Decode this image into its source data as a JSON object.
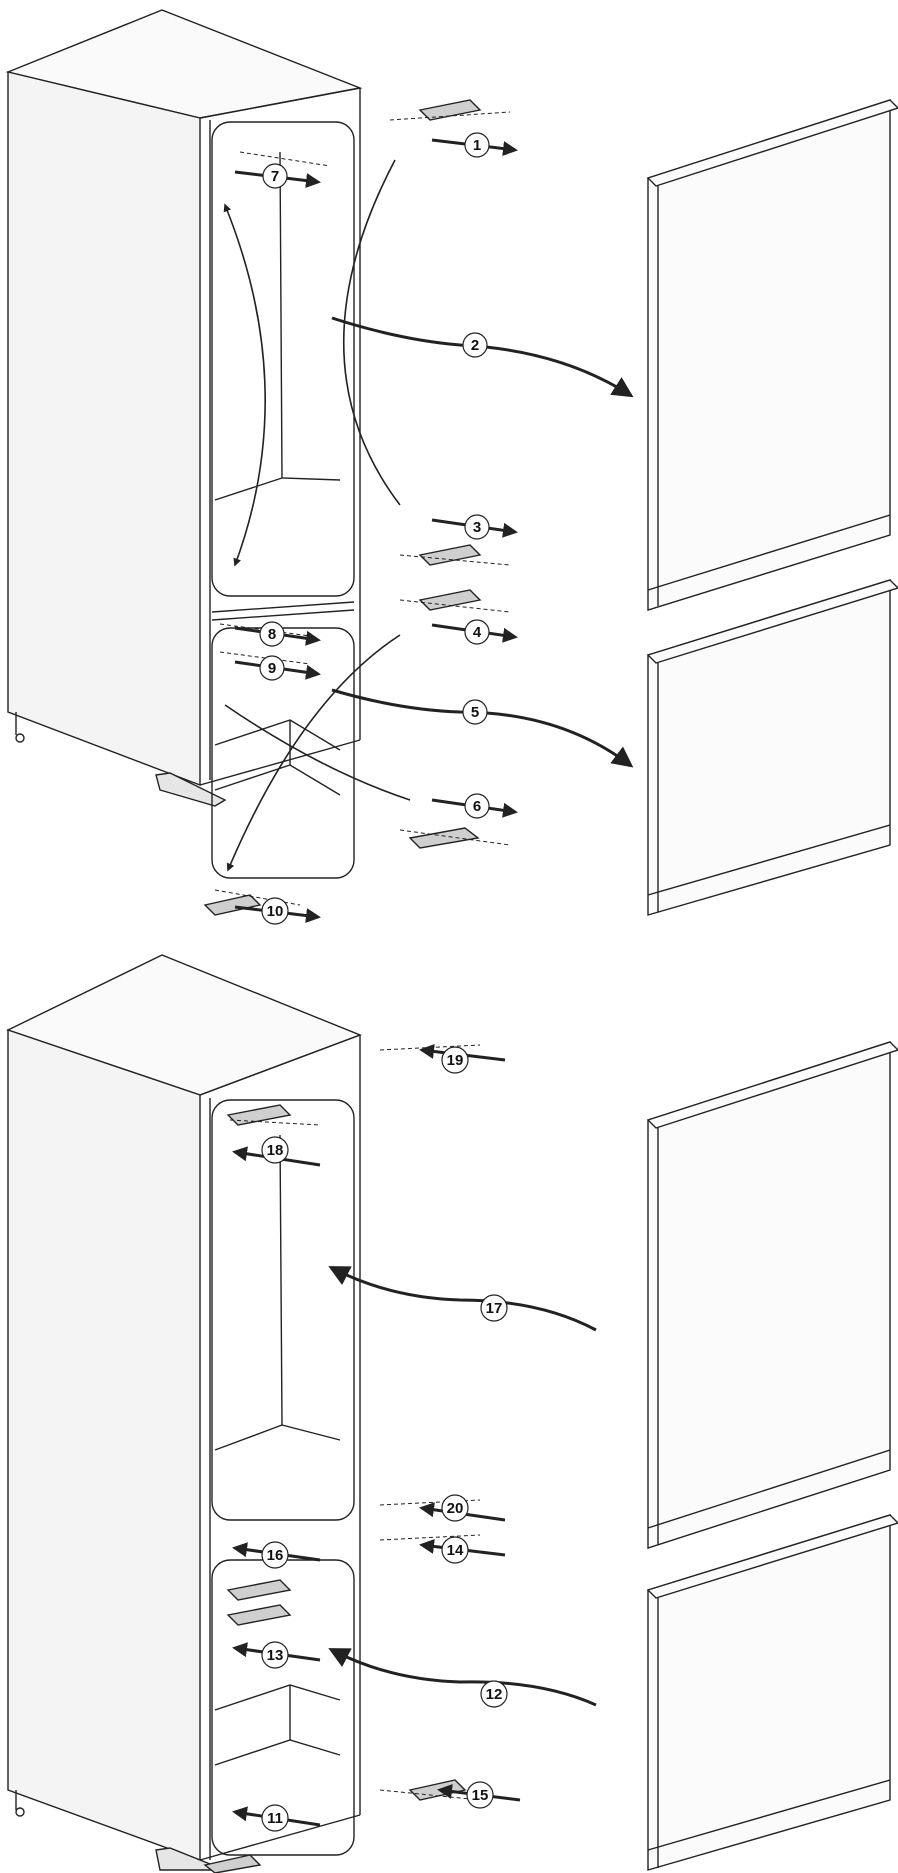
{
  "figure": {
    "top_diagram": {
      "steps": [
        {
          "id": "step-1",
          "label": "1"
        },
        {
          "id": "step-2",
          "label": "2"
        },
        {
          "id": "step-3",
          "label": "3"
        },
        {
          "id": "step-4",
          "label": "4"
        },
        {
          "id": "step-5",
          "label": "5"
        },
        {
          "id": "step-6",
          "label": "6"
        },
        {
          "id": "step-7",
          "label": "7"
        },
        {
          "id": "step-8",
          "label": "8"
        },
        {
          "id": "step-9",
          "label": "9"
        },
        {
          "id": "step-10",
          "label": "10"
        }
      ]
    },
    "bottom_diagram": {
      "steps": [
        {
          "id": "step-11",
          "label": "11"
        },
        {
          "id": "step-12",
          "label": "12"
        },
        {
          "id": "step-13",
          "label": "13"
        },
        {
          "id": "step-14",
          "label": "14"
        },
        {
          "id": "step-15",
          "label": "15"
        },
        {
          "id": "step-16",
          "label": "16"
        },
        {
          "id": "step-17",
          "label": "17"
        },
        {
          "id": "step-18",
          "label": "18"
        },
        {
          "id": "step-19",
          "label": "19"
        },
        {
          "id": "step-20",
          "label": "20"
        }
      ]
    }
  }
}
